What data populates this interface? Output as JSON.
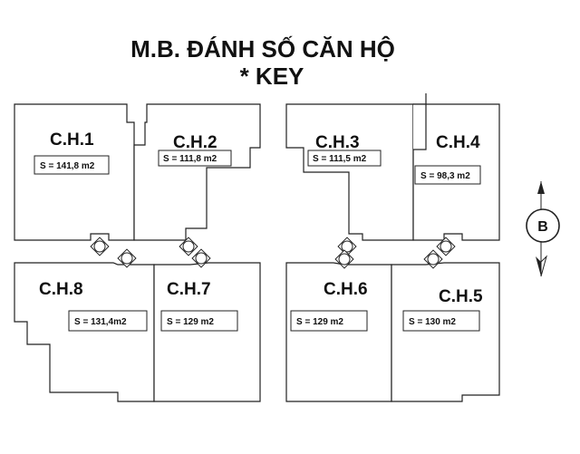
{
  "title": {
    "line1": "M.B. ĐÁNH SỐ CĂN HỘ",
    "line2": "* KEY"
  },
  "units": [
    {
      "name": "C.H.1",
      "area": "S = 141,8 m2"
    },
    {
      "name": "C.H.2",
      "area": "S = 111,8 m2"
    },
    {
      "name": "C.H.3",
      "area": "S = 111,5 m2"
    },
    {
      "name": "C.H.4",
      "area": "S = 98,3 m2"
    },
    {
      "name": "C.H.5",
      "area": "S = 130 m2"
    },
    {
      "name": "C.H.6",
      "area": "S = 129 m2"
    },
    {
      "name": "C.H.7",
      "area": "S = 129 m2"
    },
    {
      "name": "C.H.8",
      "area": "S = 131,4m2"
    }
  ],
  "compass": {
    "label": "B",
    "icon": "north-arrow-icon"
  },
  "colors": {
    "line": "#222222",
    "background": "#ffffff"
  }
}
